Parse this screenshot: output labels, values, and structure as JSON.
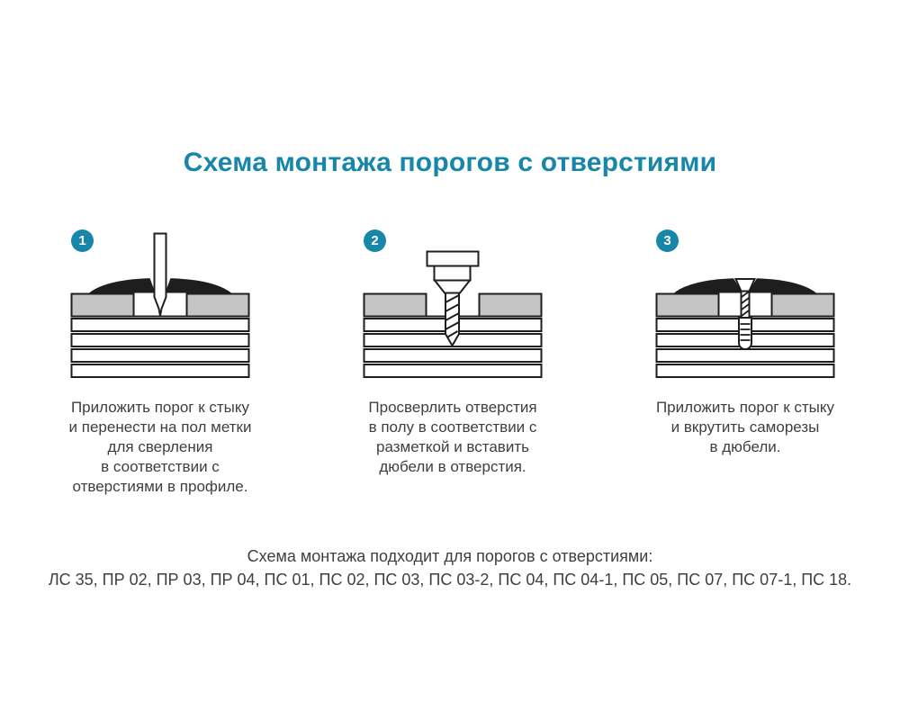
{
  "title": "Схема монтажа порогов с отверстиями",
  "steps": [
    {
      "number": "1",
      "icon": "marking-pencil-icon",
      "caption_lines": [
        "Приложить порог к стыку",
        "и перенести на пол метки",
        "для сверления",
        "в соответствии с",
        "отверстиями в профиле."
      ]
    },
    {
      "number": "2",
      "icon": "drill-icon",
      "caption_lines": [
        "Просверлить отверстия",
        "в полу в соответствии с",
        "разметкой и вставить",
        "дюбели в отверстия."
      ]
    },
    {
      "number": "3",
      "icon": "screw-dowel-icon",
      "caption_lines": [
        "Приложить порог к стыку",
        "и вкрутить саморезы",
        "в дюбели."
      ]
    }
  ],
  "footer": {
    "line1": "Схема монтажа подходит для порогов с отверстиями:",
    "line2": "ЛС 35, ПР 02, ПР 03, ПР 04, ПС 01, ПС 02, ПС 03, ПС 03-2, ПС 04, ПС 04-1, ПС 05, ПС 07, ПС 07-1, ПС 18."
  },
  "colors": {
    "accent": "#1787A9",
    "outline": "#1E1E1E",
    "covering_gray": "#C5C5C5",
    "text": "#3F3F3F"
  }
}
